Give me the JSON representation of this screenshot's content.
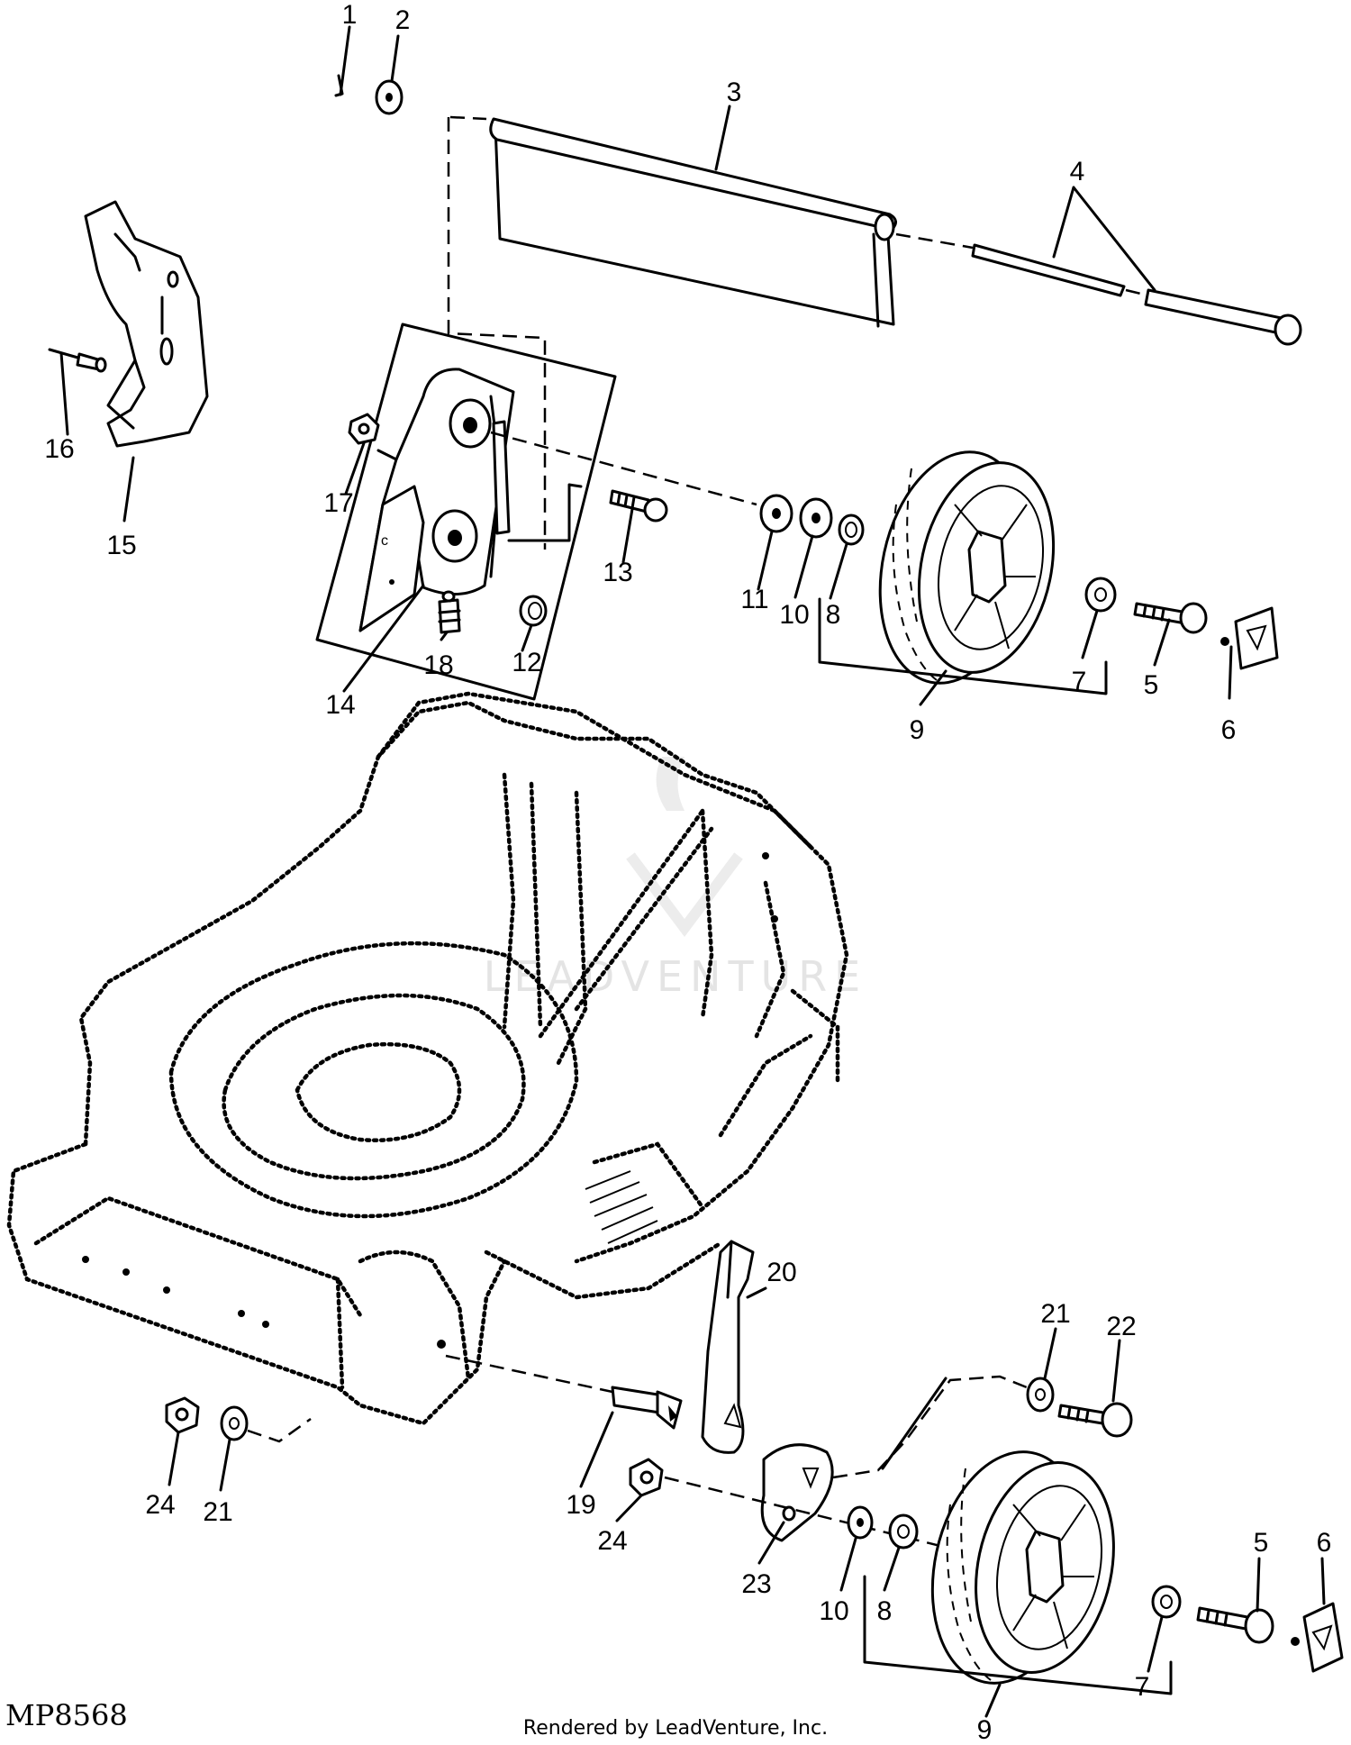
{
  "diagram": {
    "figure_code": "MP8568",
    "footer": "Rendered by LeadVenture, Inc.",
    "watermark": "LEADVENTURE",
    "callouts": {
      "c1": "1",
      "c2": "2",
      "c3": "3",
      "c4": "4",
      "c5a": "5",
      "c6a": "6",
      "c7a": "7",
      "c8a": "8",
      "c9a": "9",
      "c10a": "10",
      "c11": "11",
      "c12": "12",
      "c13": "13",
      "c14": "14",
      "c15": "15",
      "c16": "16",
      "c17": "17",
      "c18": "18",
      "c19": "19",
      "c20": "20",
      "c21a": "21",
      "c21b": "21",
      "c22": "22",
      "c23": "23",
      "c24a": "24",
      "c24b": "24",
      "c5b": "5",
      "c6b": "6",
      "c7b": "7",
      "c8b": "8",
      "c9b": "9",
      "c10b": "10"
    }
  }
}
